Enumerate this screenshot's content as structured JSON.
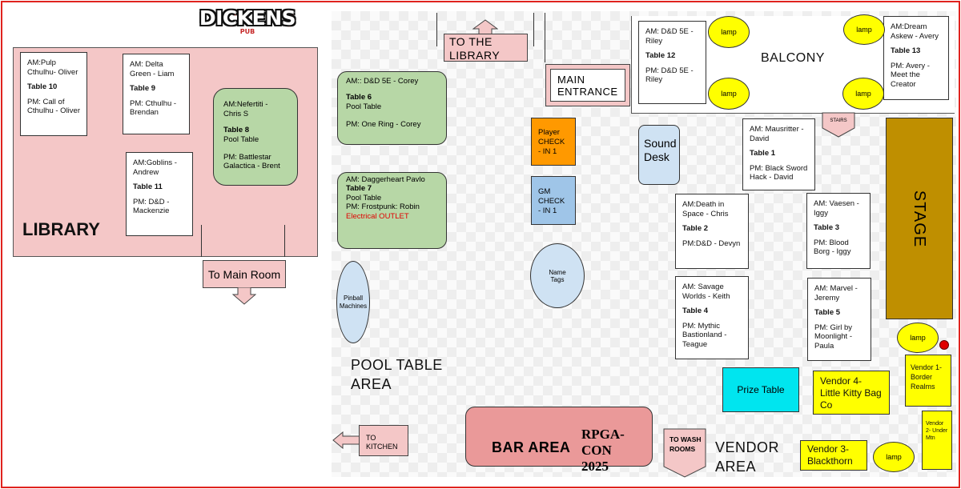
{
  "logo": {
    "main": "DICKENS",
    "sub": "PUB"
  },
  "library": {
    "label": "LIBRARY",
    "to_main_room": "To Main Room",
    "tables": [
      {
        "am": "AM:Pulp Cthulhu- Oliver",
        "table": "Table 10",
        "pm": "PM: Call of Cthulhu - Oliver"
      },
      {
        "am": "AM: Delta Green - Liam",
        "table": "Table 9",
        "pm": "PM: Cthulhu - Brendan"
      },
      {
        "am": "AM:Nefertiti - Chris S",
        "table": "Table 8",
        "sub": "Pool Table",
        "pm": "PM: Battlestar Galactica - Brent"
      },
      {
        "am": "AM:Goblins - Andrew",
        "table": "Table 11",
        "pm": "PM: D&D - Mackenzie"
      }
    ]
  },
  "main_room": {
    "to_library": "TO THE LIBRARY",
    "main_entrance": "MAIN ENTRANCE",
    "balcony": "BALCONY",
    "stairs": "STAIRS",
    "stage": "STAGE",
    "sound_desk": "Sound Desk",
    "player_checkin": "Player CHECK - IN 1",
    "gm_checkin": "GM CHECK - IN 1",
    "name_tags": "Name Tags",
    "pinball": "Pinball Machines",
    "pool_area": "POOL TABLE AREA",
    "to_kitchen": "TO KITCHEN",
    "bar_area": "BAR AREA",
    "event_name": "RPGA-CON",
    "event_year": "2025",
    "to_washrooms": "TO WASH ROOMS",
    "vendor_area": "VENDOR AREA",
    "prize_table": "Prize Table",
    "lamp_label": "lamp",
    "pool_tables": [
      {
        "am": "AM:: D&D 5E - Corey",
        "table": "Table 6",
        "sub": "Pool Table",
        "pm": "PM: One Ring - Corey"
      },
      {
        "am": "AM: Daggerheart Pavlo",
        "table": "Table 7",
        "sub": "Pool Table",
        "pm": "PM: Frostpunk: Robin",
        "note": "Electrical OUTLET"
      }
    ],
    "tables": [
      {
        "am": "AM: D&D 5E - Riley",
        "table": "Table 12",
        "pm": "PM: D&D 5E - Riley"
      },
      {
        "am": "AM:Dream Askew - Avery",
        "table": "Table 13",
        "pm": "PM: Avery - Meet the Creator"
      },
      {
        "am": "AM: Mausritter - David",
        "table": "Table 1",
        "pm": "PM: Black Sword Hack - David"
      },
      {
        "am": "AM:Death in Space - Chris",
        "table": "Table 2",
        "pm": "PM:D&D - Devyn"
      },
      {
        "am": "AM: Vaesen - Iggy",
        "table": "Table 3",
        "pm": "PM: Blood Borg - Iggy"
      },
      {
        "am": "AM: Savage Worlds - Keith",
        "table": "Table 4",
        "pm": "PM: Mythic Bastionland - Teague"
      },
      {
        "am": "AM: Marvel - Jeremy",
        "table": "Table 5",
        "pm": "PM: Girl by Moonlight - Paula"
      }
    ],
    "vendors": [
      "Vendor 4- Little Kitty Bag Co",
      "Vendor 1- Border Realms",
      "Vendor 3- Blackthorn",
      "Vendor 2- Under Mtn"
    ]
  }
}
